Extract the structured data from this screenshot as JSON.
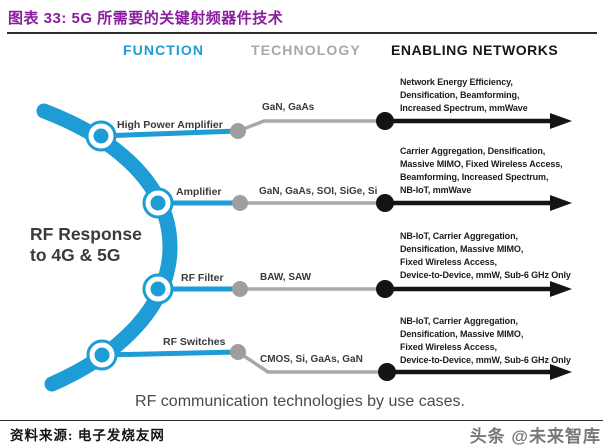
{
  "title": "图表 33: 5G 所需要的关键射频器件技术",
  "columns": {
    "function": "FUNCTION",
    "technology": "TECHNOLOGY",
    "enabling": "ENABLING NETWORKS"
  },
  "hub_label": [
    "RF Response",
    "to 4G & 5G"
  ],
  "rows": [
    {
      "function": "High Power Amplifier",
      "technology": "GaN, GaAs",
      "enabling": [
        "Network Energy Efficiency,",
        "Densification, Beamforming,",
        "Increased Spectrum, mmWave"
      ]
    },
    {
      "function": "Amplifier",
      "technology": "GaN, GaAs, SOI, SiGe, Si",
      "enabling": [
        "Carrier Aggregation, Densification,",
        "Massive MIMO, Fixed Wireless Access,",
        "Beamforming, Increased Spectrum,",
        "NB-IoT, mmWave"
      ]
    },
    {
      "function": "RF Filter",
      "technology": "BAW, SAW",
      "enabling": [
        "NB-IoT, Carrier Aggregation,",
        "Densification, Massive MIMO,",
        "Fixed Wireless Access,",
        "Device-to-Device, mmW, Sub-6 GHz Only"
      ]
    },
    {
      "function": "RF Switches",
      "technology": "CMOS, Si, GaAs, GaN",
      "enabling": [
        "NB-IoT, Carrier Aggregation,",
        "Densification, Massive MIMO,",
        "Fixed Wireless Access,",
        "Device-to-Device, mmW, Sub-6 GHz Only"
      ]
    }
  ],
  "caption": "RF communication technologies by use cases.",
  "footer": {
    "source": "资料来源: 电子发烧友网",
    "watermark": "头条 @未来智库"
  },
  "colors": {
    "blue": "#1E9CD6",
    "purple": "#8A1E9E",
    "dark": "#141414",
    "gray": "#A8A8A8"
  }
}
